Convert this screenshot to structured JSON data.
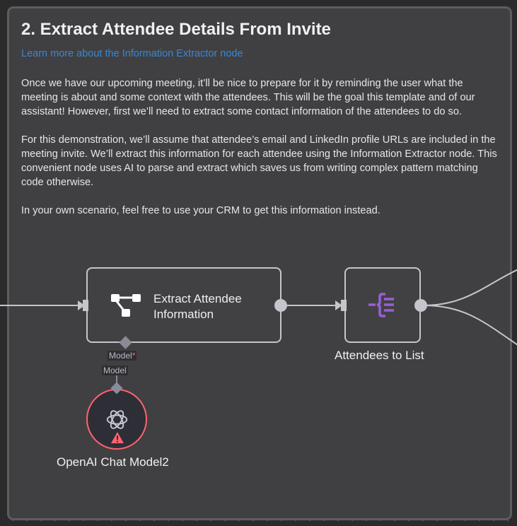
{
  "note": {
    "title": "2. Extract Attendee Details From Invite",
    "link": "Learn more about the Information Extractor node",
    "paragraphs": [
      "Once we have our upcoming meeting, it’ll be nice to prepare for it by reminding the user what the meeting is about and some context with the attendees. This will be the goal this template and of our assistant! However, first we’ll need to extract some contact information of the attendees to do so.",
      "For this demonstration, we’ll assume that attendee’s email and LinkedIn profile URLs are included in the meeting invite. We’ll extract this information for each attendee using the Information Extractor node. This convenient node uses AI to parse and extract which saves us from writing complex pattern matching code otherwise.",
      "In your own scenario, feel free to use your CRM to get this information instead."
    ]
  },
  "nodes": {
    "extract": {
      "label_line1": "Extract Attendee",
      "label_line2": "Information",
      "model_input": "Model",
      "required_mark": "*"
    },
    "list": {
      "label": "Attendees to List"
    },
    "openai": {
      "label": "OpenAI Chat Model2",
      "output": "Model",
      "status": "warning"
    }
  },
  "colors": {
    "accent": "#3a87d2",
    "error": "#ff6470",
    "purple": "#9a5fd9"
  }
}
